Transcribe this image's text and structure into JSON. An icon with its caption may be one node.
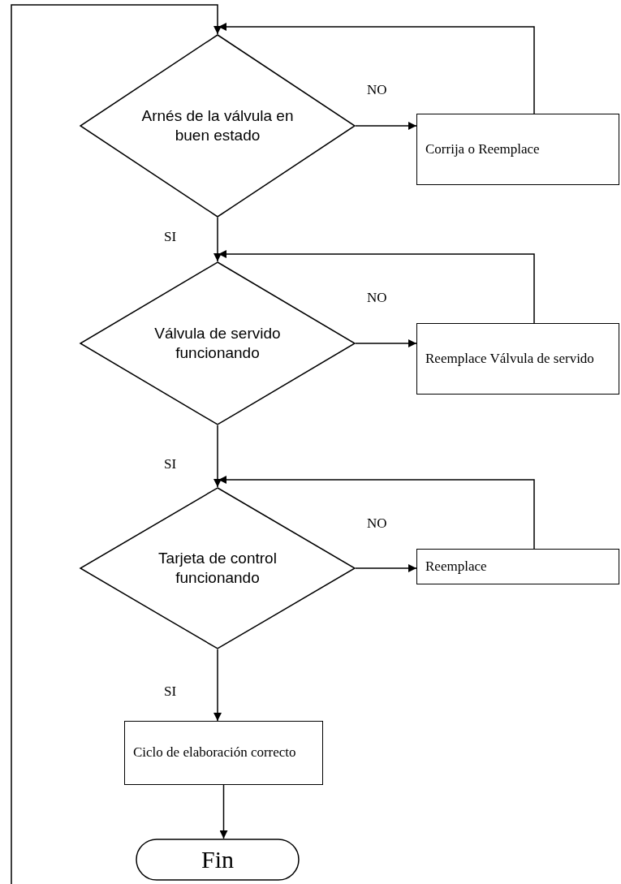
{
  "diagram": {
    "nodes": [
      {
        "text": [
          "Arnés de la válvula en buen estado"
        ]
      },
      {
        "text": [
          "Corrija o Reemplace"
        ]
      },
      {
        "text": [
          "Válvula de servido funcionando"
        ]
      },
      {
        "text": [
          "Reemplace Válvula de servido"
        ]
      },
      {
        "text": [
          "Tarjeta de control funcionando"
        ]
      },
      {
        "text": [
          "Reemplace"
        ]
      },
      {
        "text": [
          "Ciclo de elaboración correcto"
        ]
      },
      {
        "text": [
          "Fin"
        ]
      }
    ],
    "edges": [
      {
        "from": null,
        "to": 0,
        "arrow": "to"
      },
      {
        "from": 0,
        "to": 1,
        "arrow": "to",
        "label": "NO"
      },
      {
        "from": 1,
        "to": 0,
        "arrow": "to"
      },
      {
        "from": 0,
        "to": 2,
        "arrow": "to",
        "label": "SI"
      },
      {
        "from": 2,
        "to": 3,
        "arrow": "to",
        "label": "NO"
      },
      {
        "from": 3,
        "to": 2,
        "arrow": "to"
      },
      {
        "from": 2,
        "to": 4,
        "arrow": "to",
        "label": "SI"
      },
      {
        "from": 4,
        "to": 5,
        "arrow": "to",
        "label": "NO"
      },
      {
        "from": 5,
        "to": 4,
        "arrow": "to"
      },
      {
        "from": 4,
        "to": 6,
        "arrow": "to",
        "label": "SI"
      },
      {
        "from": 6,
        "to": 7,
        "arrow": "to"
      }
    ]
  }
}
